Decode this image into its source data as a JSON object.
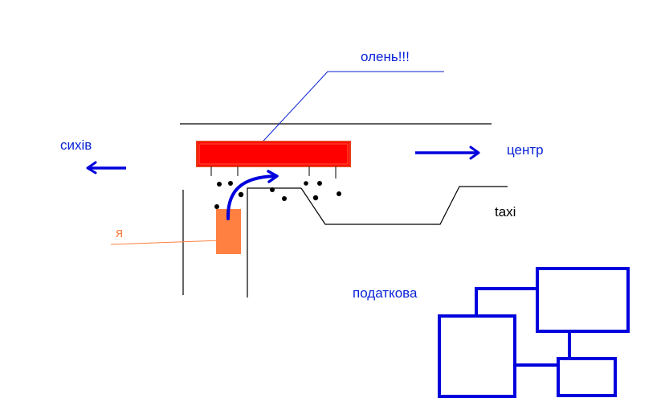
{
  "labels": {
    "deer": "олень!!!",
    "sykhiv": "сихів",
    "center": "центр",
    "taxi": "taxi",
    "me": "я",
    "tax_office": "податкова"
  },
  "colors": {
    "blue": "#0000dd",
    "label_blue": "#0a22d8",
    "red": "#ff0000",
    "red_border": "#e8401c",
    "orange": "#ff8040",
    "black": "#000000"
  }
}
